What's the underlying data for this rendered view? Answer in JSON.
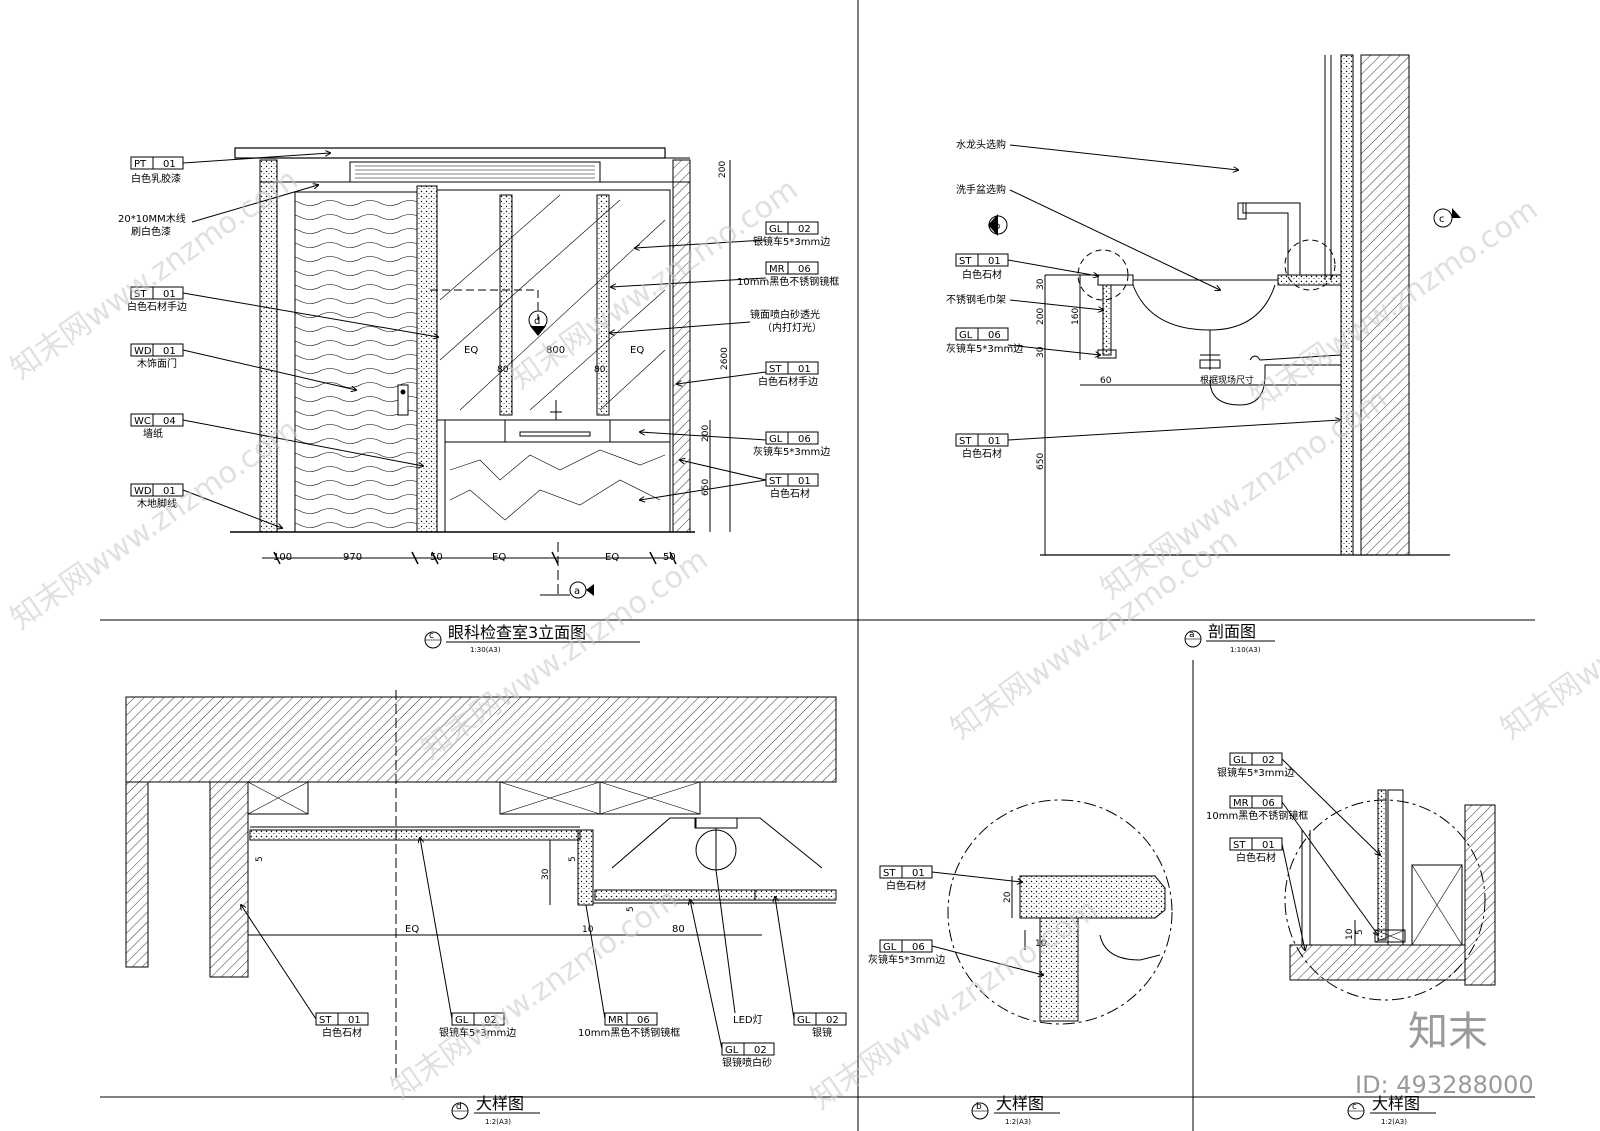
{
  "watermark": {
    "site": "知末网www.znzmo.com",
    "brand": "知末",
    "id": "ID: 493288000"
  },
  "panels": {
    "elevation": {
      "title": "眼科检查室3立面图",
      "scale": "1:30(A3)",
      "marker": "c"
    },
    "section": {
      "title": "剖面图",
      "scale": "1:10(A3)",
      "marker": "a"
    },
    "detail_d": {
      "title": "大样图",
      "scale": "1:2(A3)",
      "marker": "d"
    },
    "detail_b": {
      "title": "大样图",
      "scale": "1:2(A3)",
      "marker": "b"
    },
    "detail_c": {
      "title": "大样图",
      "scale": "1:2(A3)",
      "marker": "c"
    }
  },
  "callouts": {
    "pt01": {
      "code": "PT",
      "num": "01",
      "desc": "白色乳胶漆"
    },
    "trim": {
      "desc1": "20*10MM木线",
      "desc2": "刷白色漆"
    },
    "st01": {
      "code": "ST",
      "num": "01",
      "desc_trim": "白色石材手边",
      "desc": "白色石材"
    },
    "wd01": {
      "code": "WD",
      "num": "01",
      "desc_door": "木饰面门",
      "desc_base": "木地脚线"
    },
    "wc04": {
      "code": "WC",
      "num": "04",
      "desc": "墙纸"
    },
    "gl02": {
      "code": "GL",
      "num": "02",
      "desc": "银镜车5*3mm边",
      "desc_mirror": "银镜",
      "desc_frost": "银镜喷白砂"
    },
    "mr06": {
      "code": "MR",
      "num": "06",
      "desc": "10mm黑色不锈钢镜框"
    },
    "gl06": {
      "code": "GL",
      "num": "06",
      "desc": "灰镜车5*3mm边"
    },
    "mirror_note": {
      "line1": "镜面喷白砂透光",
      "line2": "（内打灯光）"
    },
    "faucet": "水龙头选购",
    "basin": "洗手盆选购",
    "towel": "不锈钢毛巾架",
    "led": "LED灯",
    "site_note": "根据现场尺寸"
  },
  "dims": {
    "elev_bottom": [
      "100",
      "970",
      "50",
      "EQ",
      "EQ",
      "50"
    ],
    "elev_right": [
      "200",
      "2600",
      "200",
      "650"
    ],
    "elev_mid": [
      "EQ",
      "800",
      "EQ",
      "80",
      "80"
    ],
    "section": [
      "200",
      "160",
      "30",
      "30",
      "60",
      "650"
    ],
    "detail_d": [
      "5",
      "30",
      "5",
      "5",
      "EQ",
      "10",
      "80"
    ],
    "detail_b": [
      "20",
      "10"
    ],
    "detail_c": [
      "10",
      "5"
    ]
  }
}
